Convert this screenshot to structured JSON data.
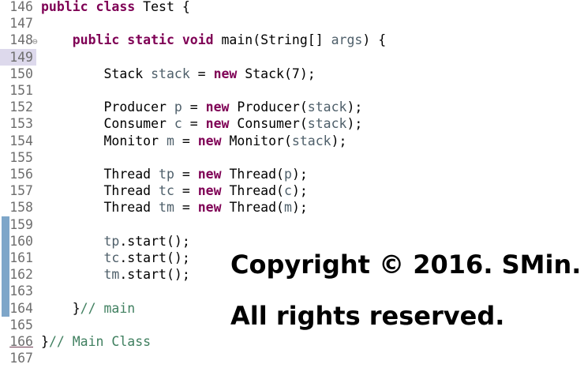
{
  "editor": {
    "lines": [
      {
        "num": "146",
        "segs": [
          {
            "t": "public class",
            "c": "kw"
          },
          {
            "t": " Test {",
            "c": ""
          }
        ]
      },
      {
        "num": "147",
        "segs": []
      },
      {
        "num": "148",
        "fold": "⊖",
        "segs": [
          {
            "t": "    ",
            "c": ""
          },
          {
            "t": "public static void",
            "c": "kw"
          },
          {
            "t": " main(String[] ",
            "c": ""
          },
          {
            "t": "args",
            "c": "var"
          },
          {
            "t": ") {",
            "c": ""
          }
        ]
      },
      {
        "num": "149",
        "sel": true,
        "segs": []
      },
      {
        "num": "150",
        "segs": [
          {
            "t": "        Stack ",
            "c": ""
          },
          {
            "t": "stack",
            "c": "var"
          },
          {
            "t": " = ",
            "c": ""
          },
          {
            "t": "new",
            "c": "kw"
          },
          {
            "t": " Stack(7);",
            "c": ""
          }
        ]
      },
      {
        "num": "151",
        "segs": []
      },
      {
        "num": "152",
        "segs": [
          {
            "t": "        Producer ",
            "c": ""
          },
          {
            "t": "p",
            "c": "var"
          },
          {
            "t": " = ",
            "c": ""
          },
          {
            "t": "new",
            "c": "kw"
          },
          {
            "t": " Producer(",
            "c": ""
          },
          {
            "t": "stack",
            "c": "var"
          },
          {
            "t": ");",
            "c": ""
          }
        ]
      },
      {
        "num": "153",
        "segs": [
          {
            "t": "        Consumer ",
            "c": ""
          },
          {
            "t": "c",
            "c": "var"
          },
          {
            "t": " = ",
            "c": ""
          },
          {
            "t": "new",
            "c": "kw"
          },
          {
            "t": " Consumer(",
            "c": ""
          },
          {
            "t": "stack",
            "c": "var"
          },
          {
            "t": ");",
            "c": ""
          }
        ]
      },
      {
        "num": "154",
        "segs": [
          {
            "t": "        Monitor ",
            "c": ""
          },
          {
            "t": "m",
            "c": "var"
          },
          {
            "t": " = ",
            "c": ""
          },
          {
            "t": "new",
            "c": "kw"
          },
          {
            "t": " Monitor(",
            "c": ""
          },
          {
            "t": "stack",
            "c": "var"
          },
          {
            "t": ");",
            "c": ""
          }
        ]
      },
      {
        "num": "155",
        "segs": []
      },
      {
        "num": "156",
        "segs": [
          {
            "t": "        Thread ",
            "c": ""
          },
          {
            "t": "tp",
            "c": "var"
          },
          {
            "t": " = ",
            "c": ""
          },
          {
            "t": "new",
            "c": "kw"
          },
          {
            "t": " Thread(",
            "c": ""
          },
          {
            "t": "p",
            "c": "var"
          },
          {
            "t": ");",
            "c": ""
          }
        ]
      },
      {
        "num": "157",
        "segs": [
          {
            "t": "        Thread ",
            "c": ""
          },
          {
            "t": "tc",
            "c": "var"
          },
          {
            "t": " = ",
            "c": ""
          },
          {
            "t": "new",
            "c": "kw"
          },
          {
            "t": " Thread(",
            "c": ""
          },
          {
            "t": "c",
            "c": "var"
          },
          {
            "t": ");",
            "c": ""
          }
        ]
      },
      {
        "num": "158",
        "segs": [
          {
            "t": "        Thread ",
            "c": ""
          },
          {
            "t": "tm",
            "c": "var"
          },
          {
            "t": " = ",
            "c": ""
          },
          {
            "t": "new",
            "c": "kw"
          },
          {
            "t": " Thread(",
            "c": ""
          },
          {
            "t": "m",
            "c": "var"
          },
          {
            "t": ");",
            "c": ""
          }
        ]
      },
      {
        "num": "159",
        "bar": true,
        "segs": []
      },
      {
        "num": "160",
        "bar": true,
        "segs": [
          {
            "t": "        ",
            "c": ""
          },
          {
            "t": "tp",
            "c": "var"
          },
          {
            "t": ".start();",
            "c": ""
          }
        ]
      },
      {
        "num": "161",
        "bar": true,
        "segs": [
          {
            "t": "        ",
            "c": ""
          },
          {
            "t": "tc",
            "c": "var"
          },
          {
            "t": ".start();",
            "c": ""
          }
        ]
      },
      {
        "num": "162",
        "bar": true,
        "segs": [
          {
            "t": "        ",
            "c": ""
          },
          {
            "t": "tm",
            "c": "var"
          },
          {
            "t": ".start();",
            "c": ""
          }
        ]
      },
      {
        "num": "163",
        "bar": true,
        "segs": []
      },
      {
        "num": "164",
        "bar": true,
        "segs": [
          {
            "t": "    }",
            "c": ""
          },
          {
            "t": "// main",
            "c": "cm"
          }
        ]
      },
      {
        "num": "165",
        "segs": []
      },
      {
        "num": "166",
        "under": true,
        "segs": [
          {
            "t": "}",
            "c": ""
          },
          {
            "t": "// Main Class",
            "c": "cm"
          }
        ]
      },
      {
        "num": "167",
        "segs": []
      }
    ]
  },
  "watermark": {
    "line1": "Copyright © 2016. SMin.",
    "line2": "All rights reserved."
  },
  "colors": {
    "keyword": "#7f0055",
    "variable": "#4e5f6a",
    "comment": "#3f7f5f",
    "line_number": "#6e6e6e",
    "change_bar": "#7ea6c9",
    "selected_gutter": "#ddd9ec"
  }
}
